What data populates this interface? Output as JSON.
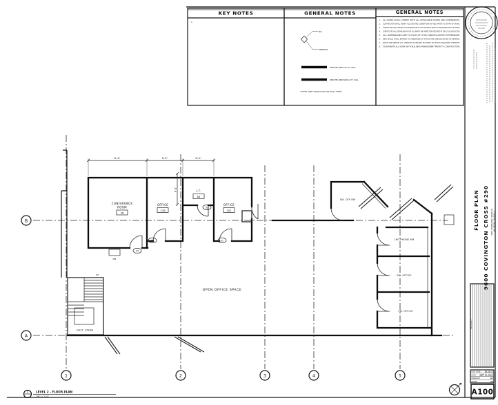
{
  "sheet": {
    "key_notes": {
      "title": "KEY NOTES",
      "item_1": "1."
    },
    "legend_panel": {
      "title": "GENERAL NOTES",
      "keynote_top_label": "NO.",
      "keynote_bottom_label": "REMARKS",
      "legend_new_wall": "DENOTES NEW FULL HT. WALL",
      "legend_partial_wall": "DENOTES NEW PARTIAL HT. WALL",
      "footnote": "* NOTE: SEE FLOOR PLAN FOR WALL TYPES"
    },
    "general_notes": {
      "title": "GENERAL NOTES",
      "items": [
        "ALL WORK SHALL COMPLY WITH ALL APPLICABLE CODES AND ORDINANCES.",
        "CONTRACTOR SHALL VERIFY ALL EXISTING CONDITIONS IN FIELD PRIOR TO START OF WORK.",
        "CONTRACTOR SHALL REPORT ANY DISCREPANCIES TO THE ARCHITECT PRIOR TO PROCEEDING WITH THE WORK.",
        "CONTRACTOR SHALL OBTAIN AND PAY FOR ALL PERMITS AND INSPECTIONS REQUIRED BY THE LOCAL JURISDICTION.",
        "ALL DIMENSIONS ARE TO FACE OF STUD UNLESS NOTED OTHERWISE.",
        "NEW WALLS SHALL EXTEND TO UNDERSIDE OF STRUCTURE UNLESS NOTED OTHERWISE.",
        "PATCH AND REPAIR ALL SURFACES DAMAGED BY WORK TO MATCH ADJACENT SURFACES.",
        "COORDINATE ALL WORK WITH BUILDING MANAGEMENT PRIOR TO CONSTRUCTION."
      ]
    },
    "title_block": {
      "sheet_title": "FLOOR PLAN",
      "project_name": "9600 COVINGTON CROSS #290",
      "project_address_1": "9600 COVINGTON CROSS DR.",
      "project_address_2": "LAS VEGAS, NV 89144",
      "revisions_label": "REVISIONS",
      "rows": [
        {
          "label": "PLOT DATE",
          "value": "10.22.12"
        },
        {
          "label": "DATE",
          "value": "SEPT 21, 2012"
        },
        {
          "label": "DRAWN BY",
          "value": "AC"
        },
        {
          "label": "JOB NO",
          "value": "28"
        }
      ],
      "sheet_number": "A100"
    },
    "view_title": {
      "marker": "1",
      "title": "LEVEL 2 - FLOOR PLAN",
      "scale": "1/8\" = 1'-0\""
    }
  },
  "plan": {
    "grid_columns": [
      "1",
      "2",
      "3",
      "4",
      "5"
    ],
    "grid_row_b": "B",
    "grid_row_a": "A",
    "rooms": {
      "conference_line1": "CONFERENCE",
      "conference_line2": "ROOM",
      "conference_tag": "28",
      "office2": "OFFICE",
      "office2_tag": "118",
      "it": "I.T.",
      "it_tag": "84",
      "office3": "OFFICE",
      "office3_tag": "101",
      "entry_office": "SM. OFF RM",
      "phone": "LRG PHONE RM",
      "sm_office_1": "SM. OFFICE",
      "sm_office_2": "SM. OFFICE",
      "open_space": "OPEN OFFICE SPACE"
    },
    "stairs": {
      "label": "EXIST. STAIRS",
      "up": "UP"
    },
    "cabinet": "MB",
    "door_tags": [
      "04",
      "03",
      "02",
      "01"
    ],
    "dims": {
      "d1": "8'-4\"",
      "d2": "8'-0\"",
      "d3": "8'-0\"",
      "v1": "8'-1\""
    }
  }
}
